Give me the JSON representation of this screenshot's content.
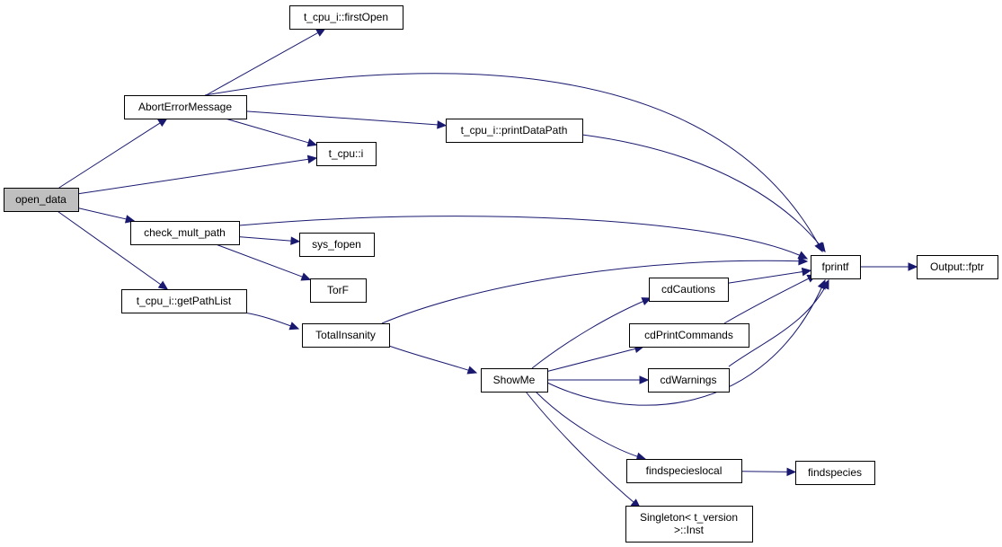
{
  "diagram": {
    "type": "call-graph",
    "edge_color": "#191970",
    "current_node_fill": "#bfbfbf",
    "nodes": [
      {
        "id": "open_data",
        "label": "open_data",
        "current": true
      },
      {
        "id": "AbortErrorMessage",
        "label": "AbortErrorMessage"
      },
      {
        "id": "firstOpen",
        "label": "t_cpu_i::firstOpen"
      },
      {
        "id": "printDataPath",
        "label": "t_cpu_i::printDataPath"
      },
      {
        "id": "t_cpu_i",
        "label": "t_cpu::i"
      },
      {
        "id": "check_mult_path",
        "label": "check_mult_path"
      },
      {
        "id": "sys_fopen",
        "label": "sys_fopen"
      },
      {
        "id": "TorF",
        "label": "TorF"
      },
      {
        "id": "getPathList",
        "label": "t_cpu_i::getPathList"
      },
      {
        "id": "TotalInsanity",
        "label": "TotalInsanity"
      },
      {
        "id": "ShowMe",
        "label": "ShowMe"
      },
      {
        "id": "cdCautions",
        "label": "cdCautions"
      },
      {
        "id": "cdPrintCommands",
        "label": "cdPrintCommands"
      },
      {
        "id": "cdWarnings",
        "label": "cdWarnings"
      },
      {
        "id": "findspecieslocal",
        "label": "findspecieslocal"
      },
      {
        "id": "findspecies",
        "label": "findspecies"
      },
      {
        "id": "SingletonInst",
        "label": "Singleton< t_version\n>::Inst"
      },
      {
        "id": "fprintf",
        "label": "fprintf"
      },
      {
        "id": "fptr",
        "label": "Output::fptr"
      }
    ],
    "edges": [
      [
        "open_data",
        "AbortErrorMessage"
      ],
      [
        "open_data",
        "t_cpu_i"
      ],
      [
        "open_data",
        "check_mult_path"
      ],
      [
        "open_data",
        "getPathList"
      ],
      [
        "AbortErrorMessage",
        "firstOpen"
      ],
      [
        "AbortErrorMessage",
        "fprintf"
      ],
      [
        "AbortErrorMessage",
        "printDataPath"
      ],
      [
        "AbortErrorMessage",
        "t_cpu_i"
      ],
      [
        "printDataPath",
        "fprintf"
      ],
      [
        "check_mult_path",
        "fprintf"
      ],
      [
        "check_mult_path",
        "sys_fopen"
      ],
      [
        "check_mult_path",
        "TorF"
      ],
      [
        "getPathList",
        "TotalInsanity"
      ],
      [
        "TotalInsanity",
        "fprintf"
      ],
      [
        "TotalInsanity",
        "ShowMe"
      ],
      [
        "ShowMe",
        "cdCautions"
      ],
      [
        "ShowMe",
        "cdPrintCommands"
      ],
      [
        "ShowMe",
        "cdWarnings"
      ],
      [
        "ShowMe",
        "fprintf"
      ],
      [
        "ShowMe",
        "findspecieslocal"
      ],
      [
        "ShowMe",
        "SingletonInst"
      ],
      [
        "cdCautions",
        "fprintf"
      ],
      [
        "cdPrintCommands",
        "fprintf"
      ],
      [
        "cdWarnings",
        "fprintf"
      ],
      [
        "findspecieslocal",
        "findspecies"
      ],
      [
        "fprintf",
        "fptr"
      ]
    ]
  }
}
